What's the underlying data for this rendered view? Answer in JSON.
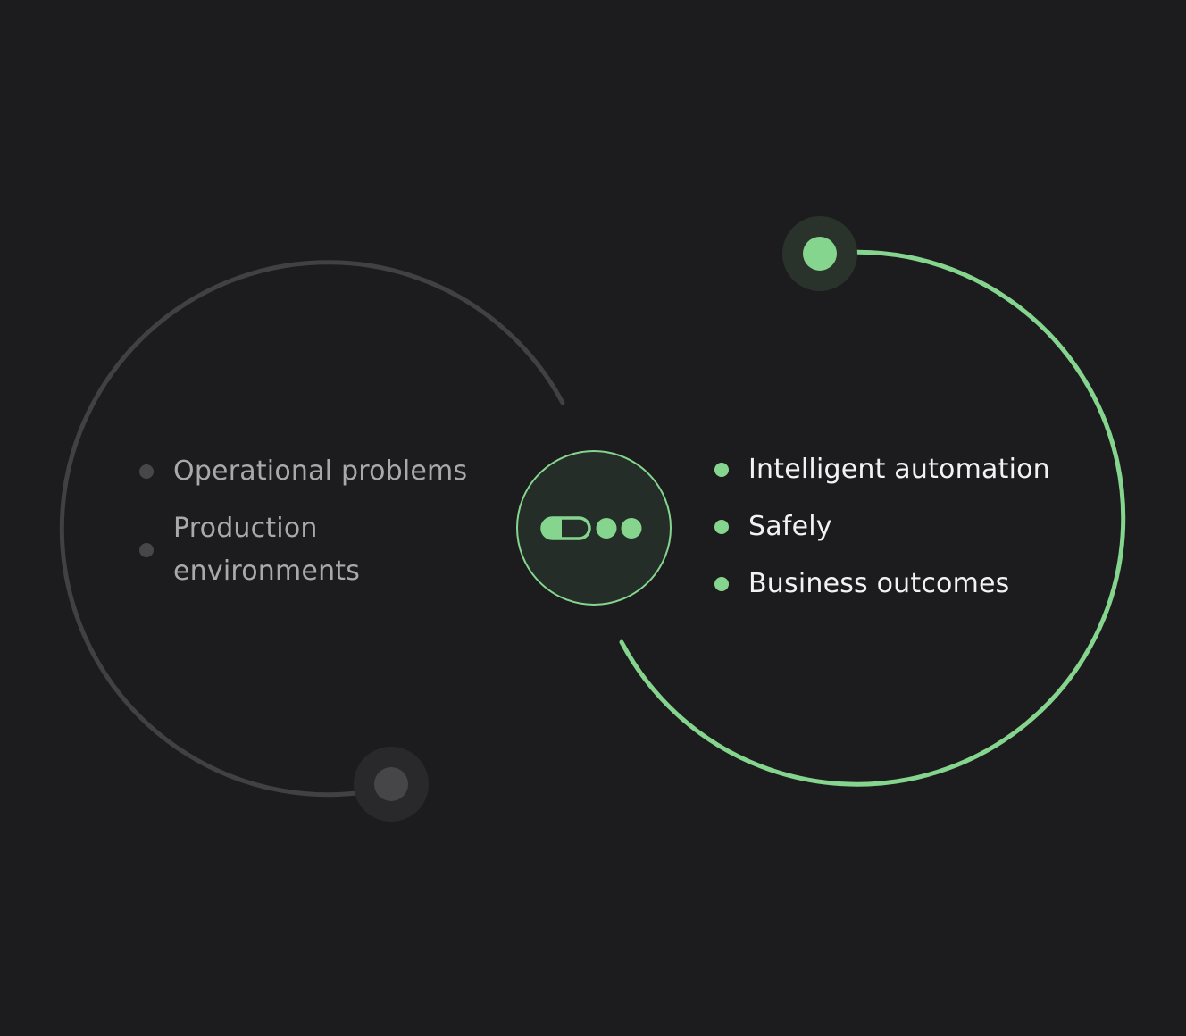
{
  "colors": {
    "background": "#1c1c1e",
    "inactive_arc": "#414143",
    "inactive_bullet": "#474749",
    "inactive_text": "#a9a9ad",
    "accent": "#86d58f",
    "accent_text": "#f2f2f2",
    "hub_fill": "#242d27"
  },
  "problems": {
    "items": [
      {
        "label": "Operational problems"
      },
      {
        "label": "Production environments"
      }
    ]
  },
  "outcomes": {
    "items": [
      {
        "label": "Intelligent automation"
      },
      {
        "label": "Safely"
      },
      {
        "label": "Business outcomes"
      }
    ]
  },
  "hub": {
    "icon": "toggle-dots-icon"
  },
  "icons": {
    "start_node": "gray-endpoint-node-icon",
    "end_node": "green-endpoint-node-icon"
  }
}
